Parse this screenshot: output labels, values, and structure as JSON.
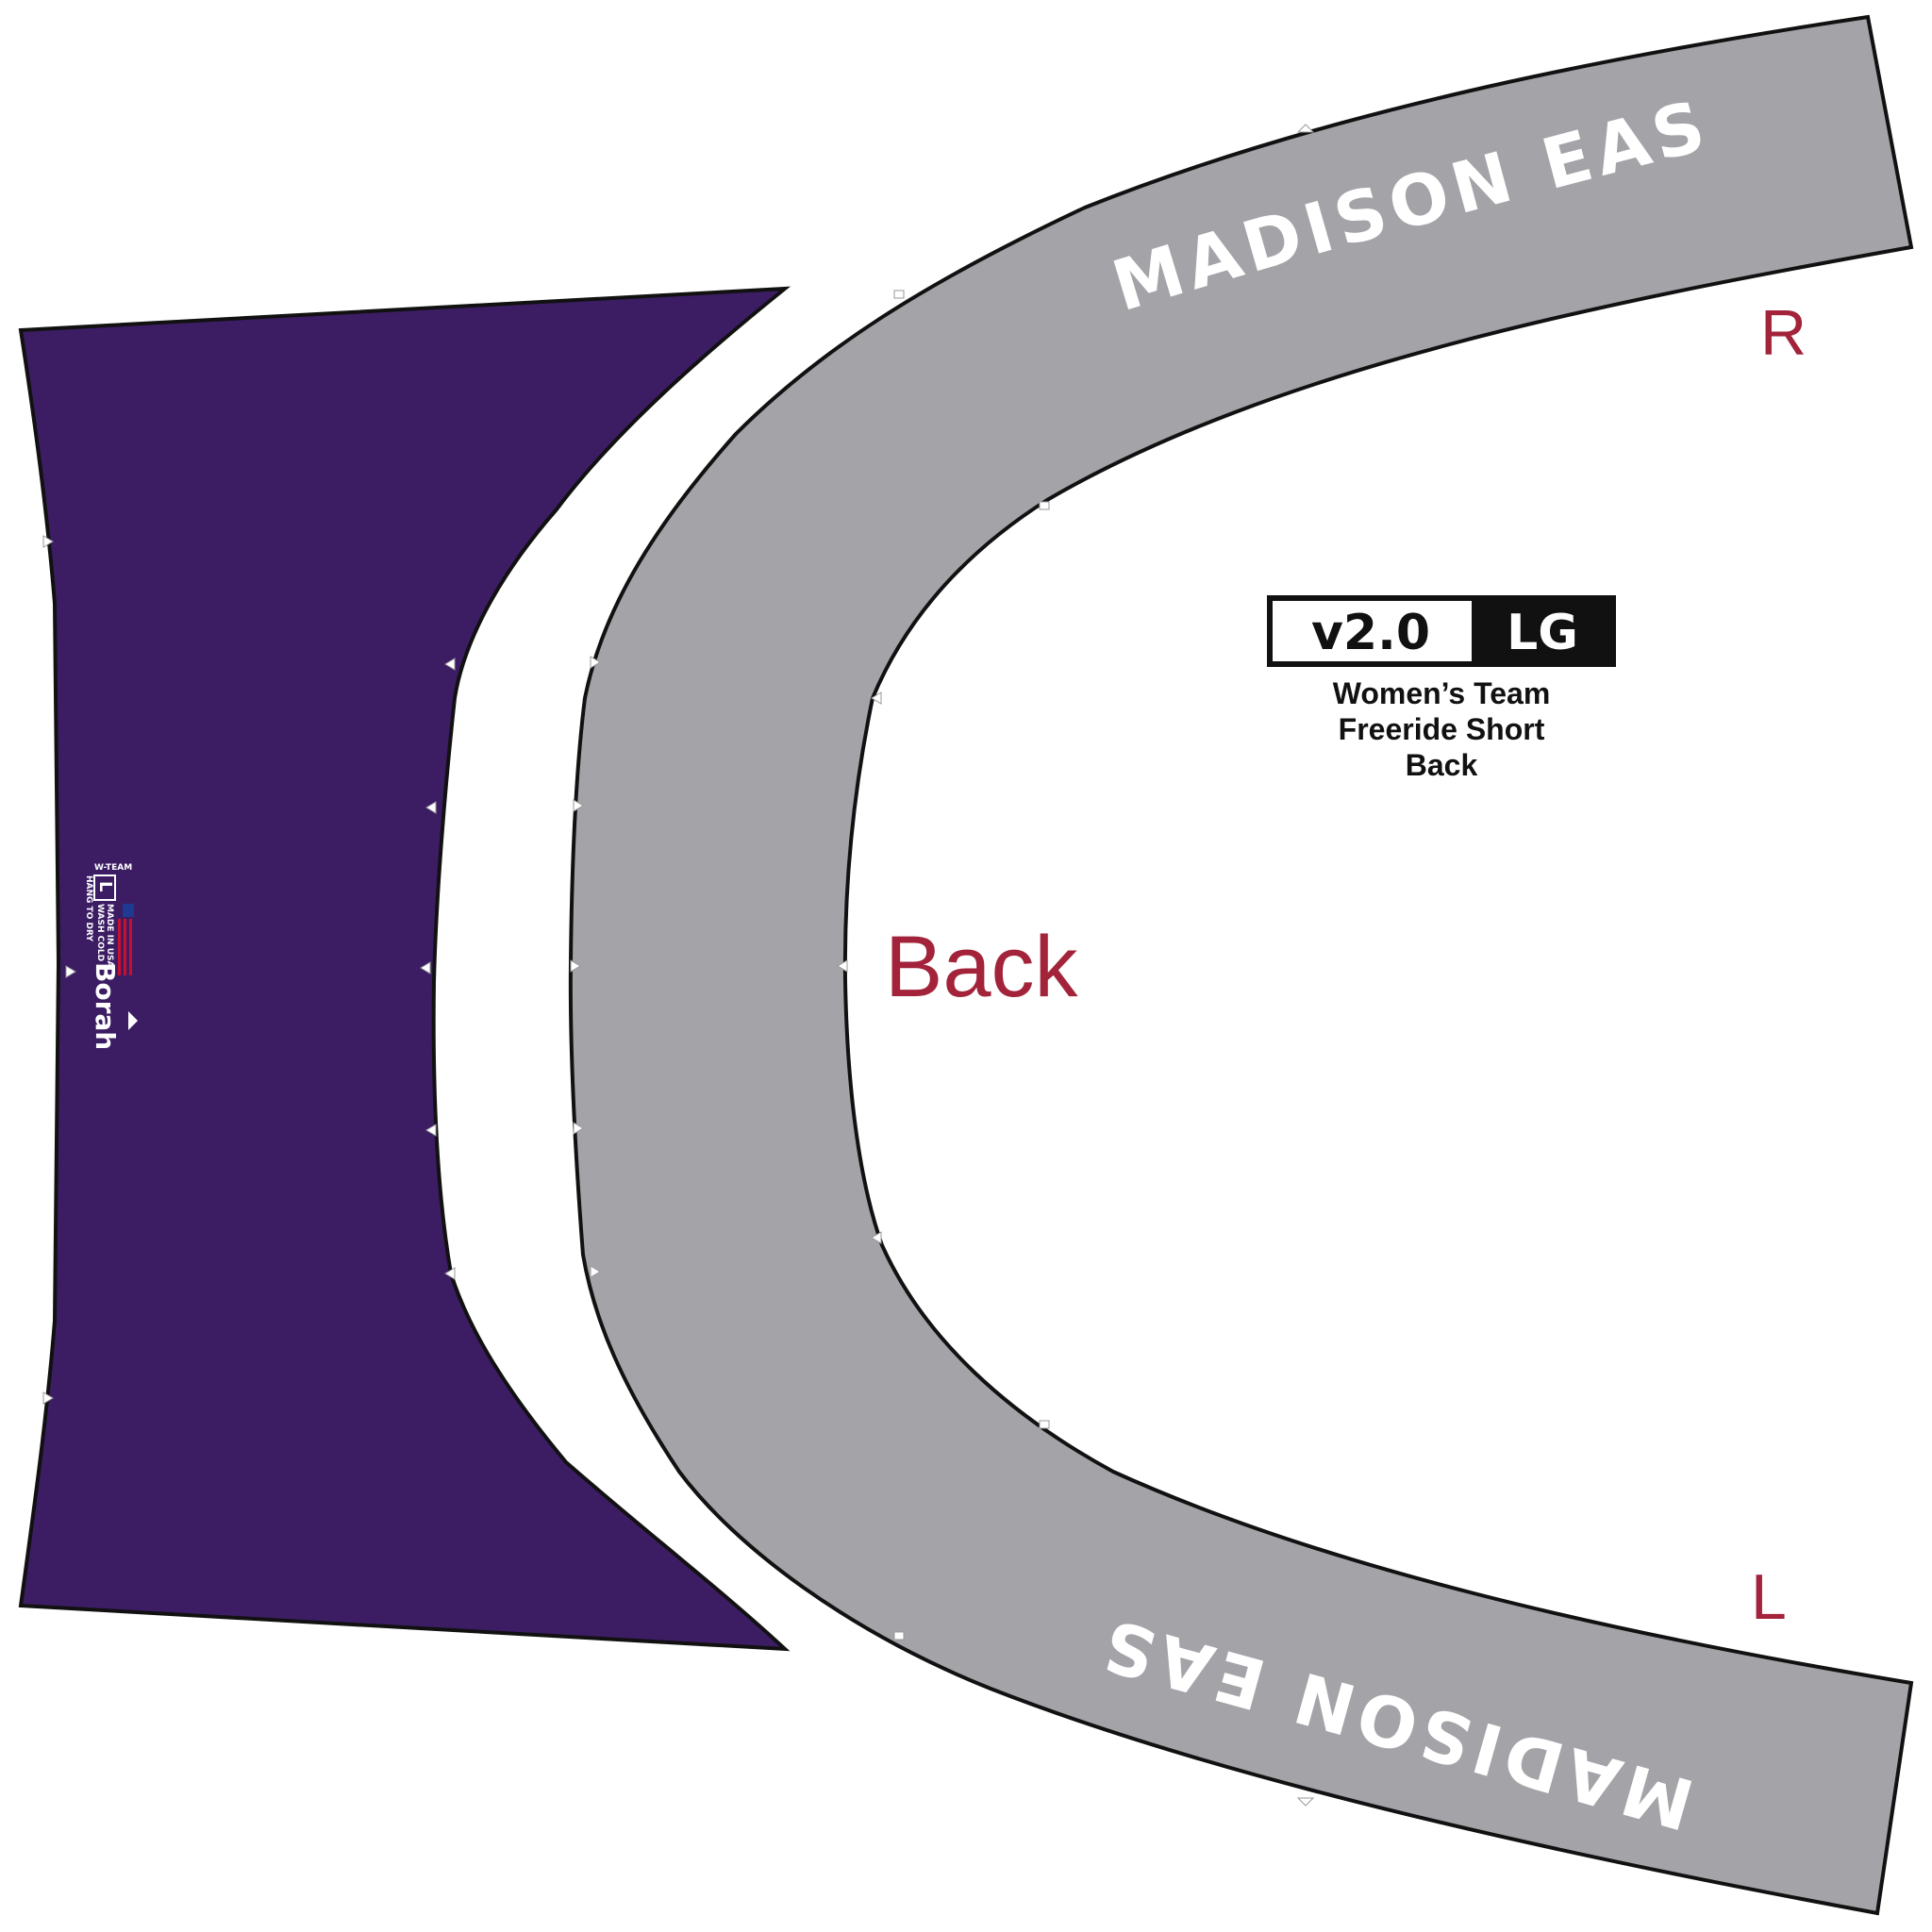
{
  "pattern": {
    "band": {
      "top_text": "MADISON EAST",
      "bottom_text": "MADISON EAST",
      "fill_color": "#a4a3a8"
    },
    "panel": {
      "fill_color": "#3c1d64"
    },
    "labels": {
      "right": "R",
      "left": "L",
      "center": "Back",
      "color": "#a2233a"
    },
    "badge": {
      "version": "v2.0",
      "size": "LG"
    },
    "description": {
      "line1": "Women’s Team",
      "line2": "Freeride Short",
      "line3": "Back"
    },
    "care_tag": {
      "team": "W-TEAM",
      "size": "L",
      "line1": "MADE IN USA",
      "line2": "WASH COLD",
      "line3": "HANG TO DRY",
      "brand": "Borah"
    }
  }
}
